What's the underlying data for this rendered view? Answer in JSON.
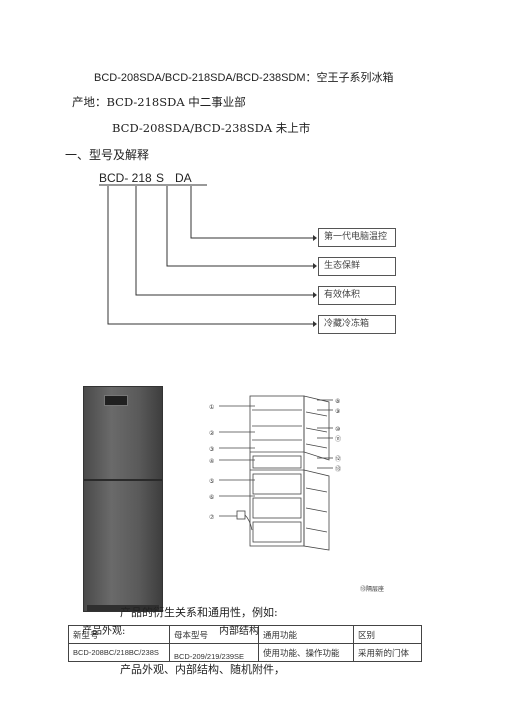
{
  "doc": {
    "title": "BCD-208SDA/BCD-218SDA/BCD-238SDM：空王子系列冰箱",
    "origin": "产地：BCD-218SDA 中二事业部",
    "unlisted": "BCD-208SDA/BCD-238SDA 未上市",
    "section1": "一、型号及解释",
    "model_code": {
      "part1": "BCD- 218",
      "part2": "S",
      "part3": "DA"
    },
    "explanations": [
      "第一代电脑温控",
      "生态保鲜",
      "有效体积",
      "冷藏冷冻箱"
    ],
    "diagram_numbers_left": [
      "①",
      "②",
      "③",
      "④",
      "⑤",
      "⑥",
      "⑦"
    ],
    "diagram_numbers_right": [
      "⑧",
      "⑨",
      "⑩",
      "⑪",
      "⑫",
      "⑬"
    ],
    "diagram_tag": "⑬隔层座",
    "product_relation": "产品的衍生关系和通用性，例如:",
    "table_headers": [
      "新型号",
      "母本型号",
      "通用功能",
      "区别"
    ],
    "overlap_header_1": "产品外观:",
    "overlap_header_2": "内部结构",
    "table_row": [
      "BCD-208BC/218BC/238S",
      "BCD-209/219/239SE",
      "使用功能、操作功能",
      "采用新的门体"
    ],
    "footer": "产品外观、内部结构、随机附件，"
  }
}
